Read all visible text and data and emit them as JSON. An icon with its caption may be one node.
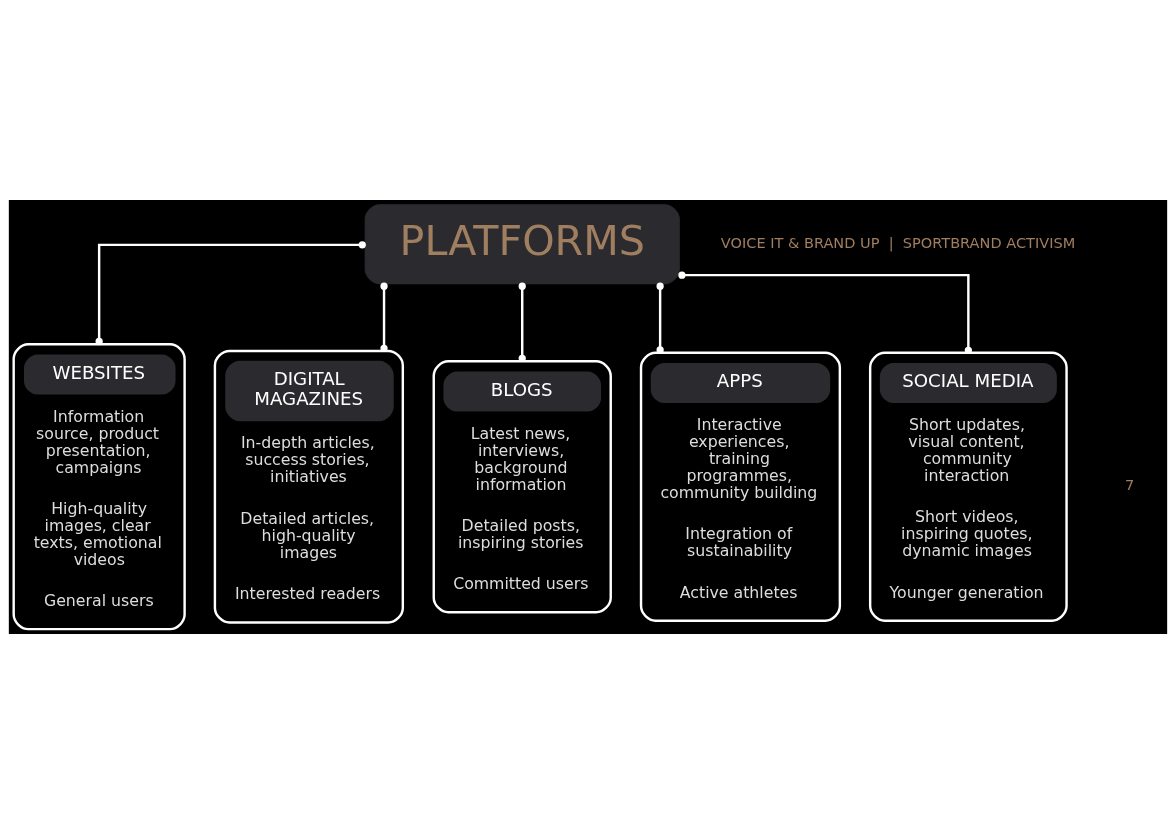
{
  "diagram": {
    "nodes": [
      {
        "text": [
          "PLATFORMS"
        ]
      },
      {
        "text": [
          "WEBSITES",
          "Information source, product presentation, campaigns",
          "High-quality images, clear texts, emotional videos",
          "General users"
        ]
      },
      {
        "text": [
          "DIGITAL MAGAZINES",
          "In-depth articles, success stories, initiatives",
          "Detailed articles, high-quality images",
          "Interested readers"
        ]
      },
      {
        "text": [
          "BLOGS",
          "Latest news, interviews, background information",
          "Detailed posts, inspiring stories",
          "Committed users"
        ]
      },
      {
        "text": [
          "APPS",
          "Interactive experiences, training programmes, community building",
          "Integration of sustainability",
          "Active athletes"
        ]
      },
      {
        "text": [
          "SOCIAL MEDIA",
          "Short updates, visual content, community interaction",
          "Short videos, inspiring quotes, dynamic images",
          "Younger generation"
        ]
      }
    ],
    "edges": [
      {
        "from": 0,
        "to": 1,
        "arrow": "other"
      },
      {
        "from": 0,
        "to": 2,
        "arrow": "other"
      },
      {
        "from": 0,
        "to": 3,
        "arrow": "other"
      },
      {
        "from": 0,
        "to": 4,
        "arrow": "other"
      },
      {
        "from": 0,
        "to": 5,
        "arrow": "other"
      }
    ],
    "labels": [
      "VOICE IT & BRAND UP  |  SPORTBRAND ACTIVISM",
      "7"
    ]
  }
}
